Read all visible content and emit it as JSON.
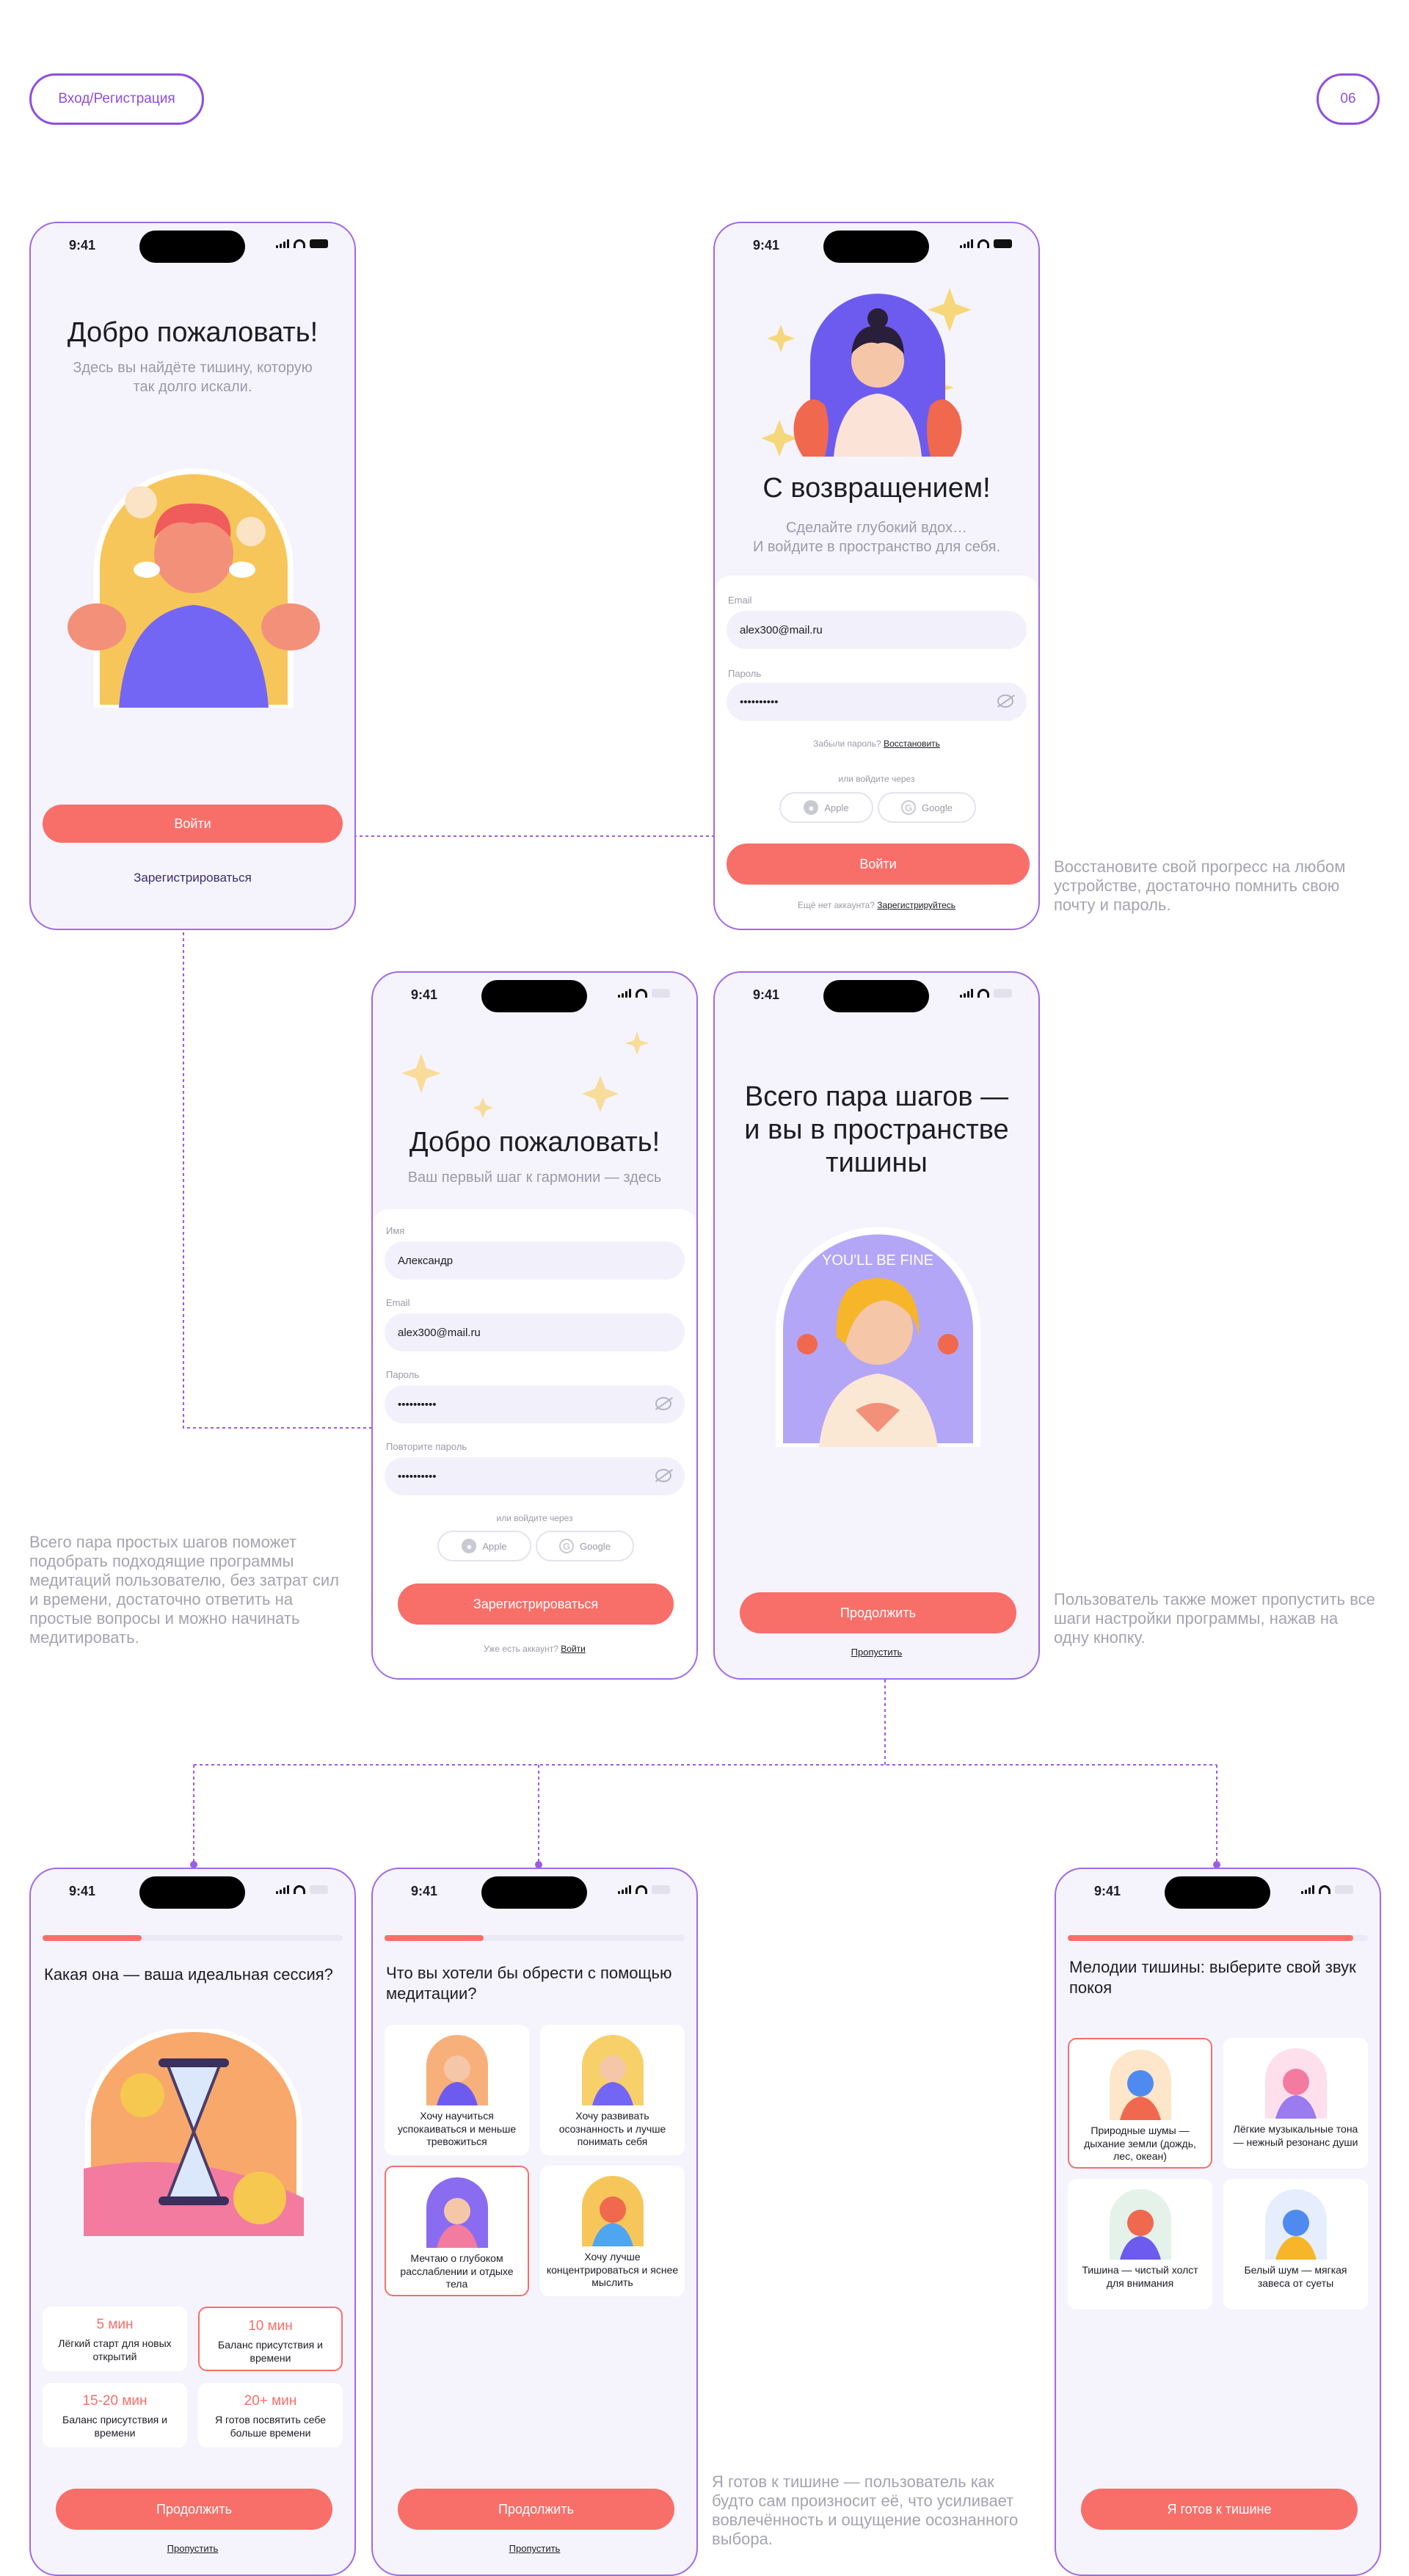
{
  "header": {
    "section_label": "Вход/Регистрация",
    "page_number": "06"
  },
  "status": {
    "time": "9:41"
  },
  "screen1": {
    "title": "Добро пожаловать!",
    "subtitle_1": "Здесь вы найдёте тишину, которую",
    "subtitle_2": "так долго искали.",
    "login_button": "Войти",
    "register_link": "Зарегистрироваться"
  },
  "screen2": {
    "title": "С возвращением!",
    "subtitle_1": "Сделайте глубокий вдох…",
    "subtitle_2": "И войдите в пространство для себя.",
    "email_label": "Email",
    "email_value": "alex300@mail.ru",
    "password_label": "Пароль",
    "password_value": "••••••••••",
    "forgot_text": "Забыли пароль?",
    "restore_link": "Восстановить",
    "or_login_via": "или войдите через",
    "apple_label": "Apple",
    "google_label": "Google",
    "login_button": "Войти",
    "no_account_text": "Ещё нет аккаунта?",
    "register_link": "Зарегистрируйтесь"
  },
  "caption_login": "Восстановите свой прогресс на любом устройстве, достаточно помнить свою почту и пароль.",
  "screen3": {
    "title": "Добро пожаловать!",
    "subtitle": "Ваш первый шаг к гармонии — здесь",
    "name_label": "Имя",
    "name_value": "Александр",
    "email_label": "Email",
    "email_value": "alex300@mail.ru",
    "password_label": "Пароль",
    "password_value": "••••••••••",
    "repeat_label": "Повторите пароль",
    "repeat_value": "••••••••••",
    "or_login_via": "или войдите через",
    "apple_label": "Apple",
    "google_label": "Google",
    "register_button": "Зарегистрироваться",
    "have_account_text": "Уже есть аккаунт?",
    "login_link": "Войти"
  },
  "caption_register": "Всего пара простых шагов поможет подобрать подходящие программы медитаций пользователю, без затрат сил и времени, достаточно ответить на простые вопросы и можно начинать медитировать.",
  "screen4": {
    "title_1": "Всего пара шагов —",
    "title_2": "и вы в пространстве",
    "title_3": "тишины",
    "badge_text": "YOU'LL BE FINE",
    "continue_button": "Продолжить",
    "skip_link": "Пропустить"
  },
  "caption_skip": "Пользователь также может пропустить все шаги настройки программы, нажав на одну кнопку.",
  "screen5": {
    "question": "Какая она — ваша идеальная сессия?",
    "progress": 0.33,
    "options": [
      {
        "time": "5 мин",
        "text": "Лёгкий старт для новых открытий",
        "selected": false
      },
      {
        "time": "10 мин",
        "text": "Баланс присутствия и времени",
        "selected": true
      },
      {
        "time": "15-20 мин",
        "text": "Баланс присутствия и времени",
        "selected": false
      },
      {
        "time": "20+ мин",
        "text": "Я готов посвятить себе больше времени",
        "selected": false
      }
    ],
    "continue_button": "Продолжить",
    "skip_link": "Пропустить"
  },
  "screen6": {
    "question": "Что вы хотели бы обрести с помощью медитации?",
    "progress": 0.33,
    "options": [
      {
        "text": "Хочу научиться успокаиваться и меньше тревожиться",
        "selected": false
      },
      {
        "text": "Хочу развивать осознанность и лучше понимать себя",
        "selected": false
      },
      {
        "text": "Мечтаю о глубоком расслаблении и отдыхе тела",
        "selected": true
      },
      {
        "text": "Хочу лучше концентрироваться и яснее мыслить",
        "selected": false
      }
    ],
    "continue_button": "Продолжить",
    "skip_link": "Пропустить"
  },
  "screen7": {
    "question": "Мелодии тишины: выберите свой звук покоя",
    "progress": 0.95,
    "options": [
      {
        "text": "Природные шумы — дыхание земли (дождь, лес, океан)",
        "selected": true
      },
      {
        "text": "Лёгкие музыкальные тона — нежный резонанс души",
        "selected": false
      },
      {
        "text": "Тишина — чистый холст для внимания",
        "selected": false
      },
      {
        "text": "Белый шум — мягкая завеса от суеты",
        "selected": false
      }
    ],
    "continue_button": "Я готов к тишине"
  },
  "caption_sound": "Я готов к тишине — пользователь как будто сам произносит её, что усиливает вовлечённость и ощущение осознанного выбора.",
  "colors": {
    "accent": "#f86f6a",
    "purple": "#8e4fe0",
    "background": "#f5f4fd"
  }
}
